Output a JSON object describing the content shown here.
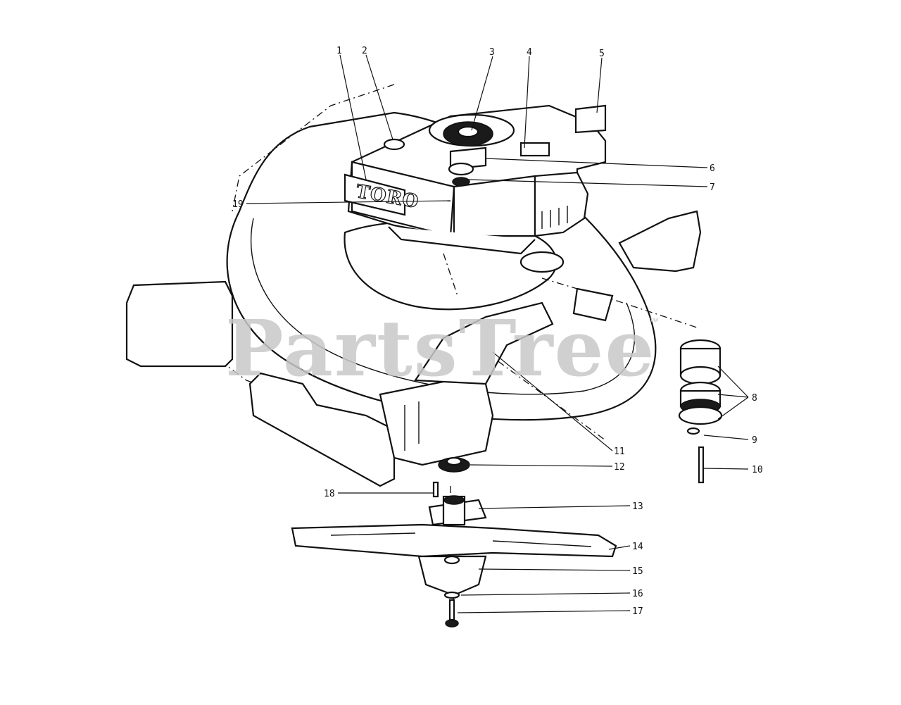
{
  "diagram": {
    "type": "exploded parts diagram",
    "brand_logo": "TORO",
    "watermark": "PartsTree",
    "watermark_mark": "™",
    "callouts": [
      {
        "id": "c1",
        "label": "1"
      },
      {
        "id": "c2",
        "label": "2"
      },
      {
        "id": "c3",
        "label": "3"
      },
      {
        "id": "c4",
        "label": "4"
      },
      {
        "id": "c5",
        "label": "5"
      },
      {
        "id": "c6",
        "label": "6"
      },
      {
        "id": "c7",
        "label": "7"
      },
      {
        "id": "c8",
        "label": "8"
      },
      {
        "id": "c9",
        "label": "9"
      },
      {
        "id": "c10",
        "label": "10"
      },
      {
        "id": "c11",
        "label": "11"
      },
      {
        "id": "c12",
        "label": "12"
      },
      {
        "id": "c13",
        "label": "13"
      },
      {
        "id": "c14",
        "label": "14"
      },
      {
        "id": "c15",
        "label": "15"
      },
      {
        "id": "c16",
        "label": "16"
      },
      {
        "id": "c17",
        "label": "17"
      },
      {
        "id": "c18",
        "label": "18"
      },
      {
        "id": "c19",
        "label": "19"
      }
    ]
  }
}
